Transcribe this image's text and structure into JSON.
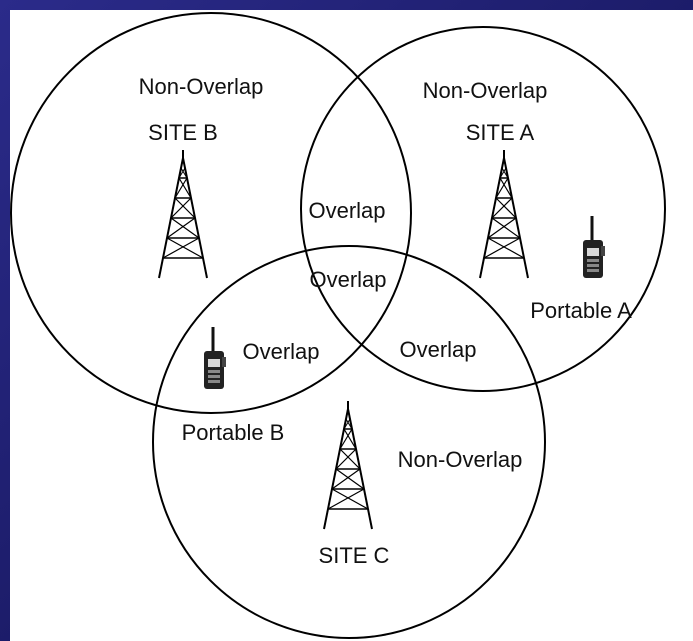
{
  "colors": {
    "background_outer": "#14145a",
    "panel": "#ffffff",
    "line": "#000000",
    "text": "#111111"
  },
  "sites": {
    "a": {
      "label": "SITE A",
      "coverage_label": "Non-Overlap"
    },
    "b": {
      "label": "SITE B",
      "coverage_label": "Non-Overlap"
    },
    "c": {
      "label": "SITE C",
      "coverage_label": "Non-Overlap"
    }
  },
  "overlaps": {
    "ab": "Overlap",
    "bc": "Overlap",
    "ac": "Overlap",
    "abc": "Overlap"
  },
  "portables": {
    "a": {
      "label": "Portable A"
    },
    "b": {
      "label": "Portable B"
    }
  },
  "icons": {
    "tower": "radio-tower-icon",
    "portable": "portable-radio-icon"
  }
}
